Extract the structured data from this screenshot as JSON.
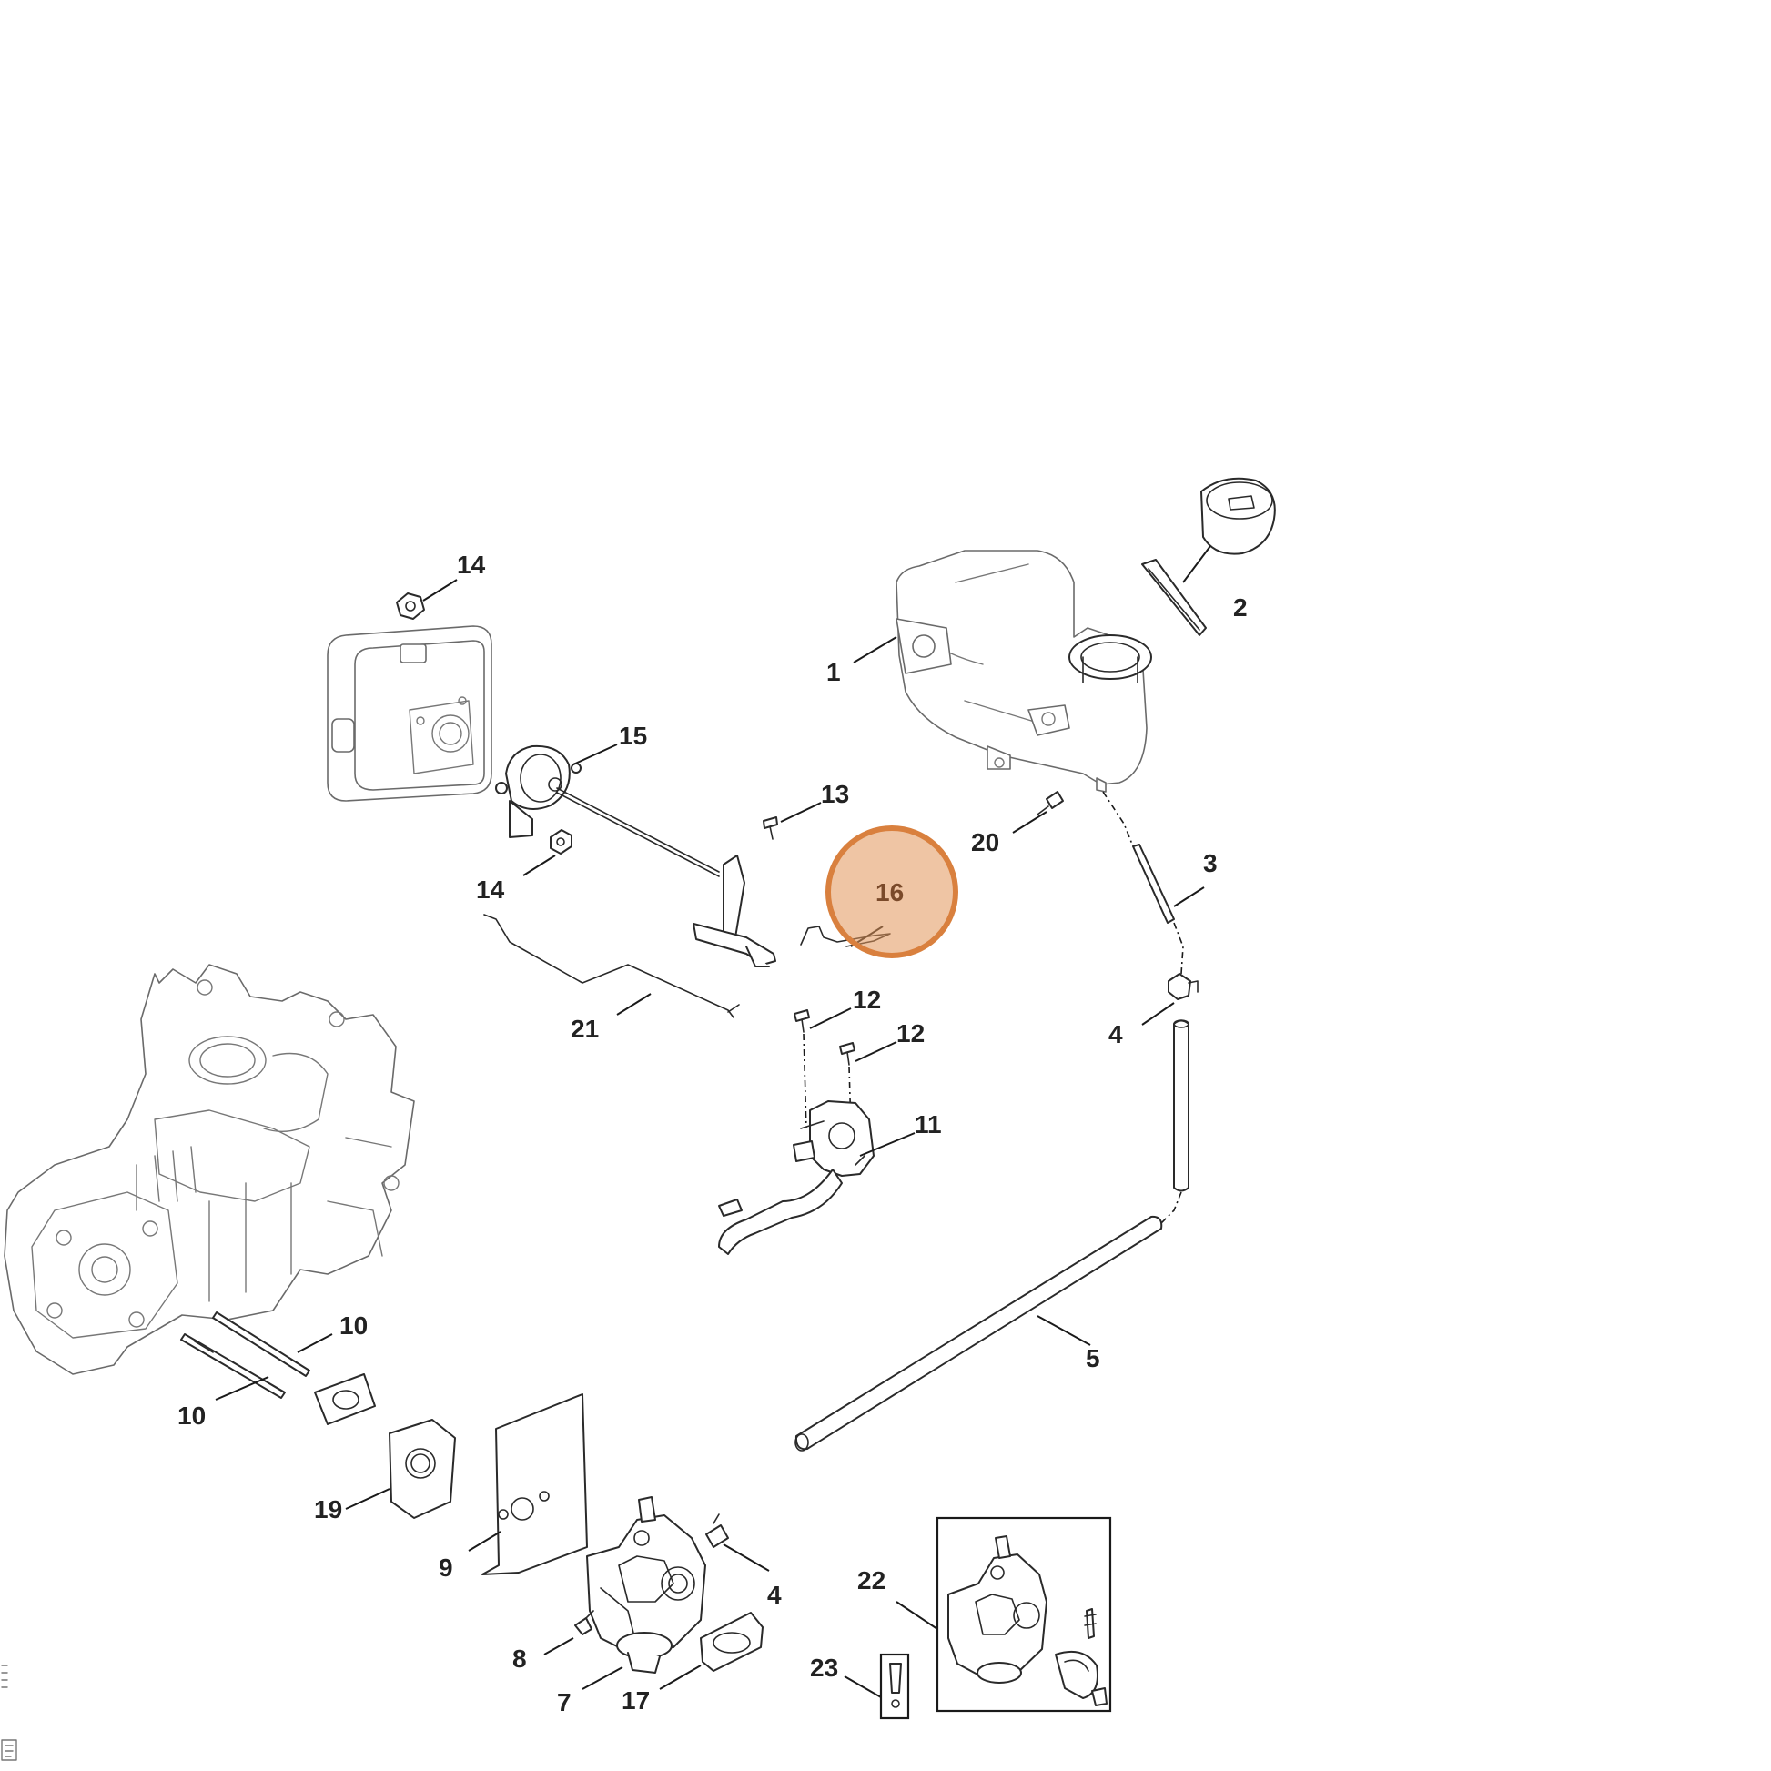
{
  "callouts": {
    "c1": "1",
    "c2": "2",
    "c3": "3",
    "c4a": "4",
    "c4b": "4",
    "c5": "5",
    "c7": "7",
    "c8": "8",
    "c9": "9",
    "c10a": "10",
    "c10b": "10",
    "c11": "11",
    "c12a": "12",
    "c12b": "12",
    "c13": "13",
    "c14a": "14",
    "c14b": "14",
    "c15": "15",
    "c16": "16",
    "c17": "17",
    "c19": "19",
    "c20": "20",
    "c21": "21",
    "c22": "22",
    "c23": "23"
  },
  "highlight": {
    "part": "16",
    "color": "#e2965a"
  }
}
